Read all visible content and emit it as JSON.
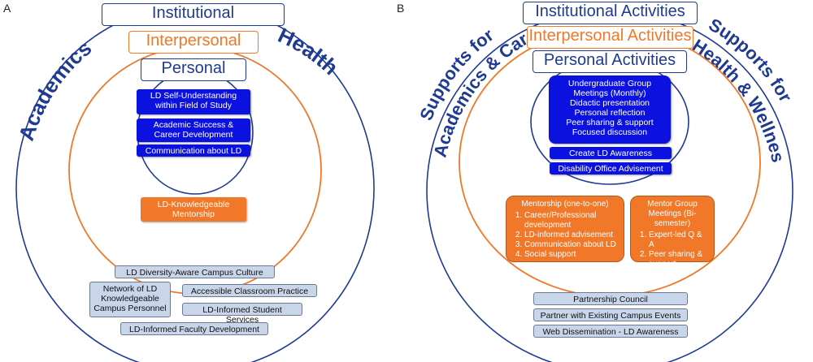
{
  "panel_a": {
    "letter": "A",
    "institutional": "Institutional",
    "interpersonal": "Interpersonal",
    "personal": "Personal",
    "left_arc": "Academics",
    "right_arc": "Health",
    "personal_items": [
      "LD Self-Understanding within Field of Study",
      "Academic Success & Career Development",
      "Communication about LD"
    ],
    "interpersonal_item": "LD-Knowledgeable Mentorship",
    "institutional_items": [
      "LD Diversity-Aware Campus Culture",
      "Network of LD Knowledgeable Campus Personnel",
      "Accessible Classroom Practice",
      "LD-Informed Student Services",
      "LD-Informed Faculty Development"
    ]
  },
  "panel_b": {
    "letter": "B",
    "institutional": "Institutional Activities",
    "interpersonal": "Interpersonal Activities",
    "personal": "Personal Activities",
    "left_arc_1": "Supports for",
    "left_arc_2": "Academics & Career",
    "right_arc_1": "Supports for",
    "right_arc_2": "Health & Wellness",
    "group_meeting_lines": [
      "Undergraduate Group",
      "Meetings (Monthly)",
      "Didactic presentation",
      "Personal reflection",
      "Peer sharing & support",
      "Focused discussion"
    ],
    "products": "Create LD Awareness Products",
    "advisement": "Disability Office Advisement",
    "mentorship": {
      "title": "Mentorship (one-to-one)",
      "items": [
        "Career/Professional development",
        "LD-informed advisement",
        "Communication about LD",
        "Social support"
      ]
    },
    "mentor_group": {
      "title": "Mentor Group Meetings (Bi-semester)",
      "items": [
        "Expert-led Q & A",
        "Peer sharing & support"
      ]
    },
    "institutional_items": [
      "Partnership Council",
      "Partner with Existing Campus Events",
      "Web Dissemination - LD Awareness"
    ]
  }
}
